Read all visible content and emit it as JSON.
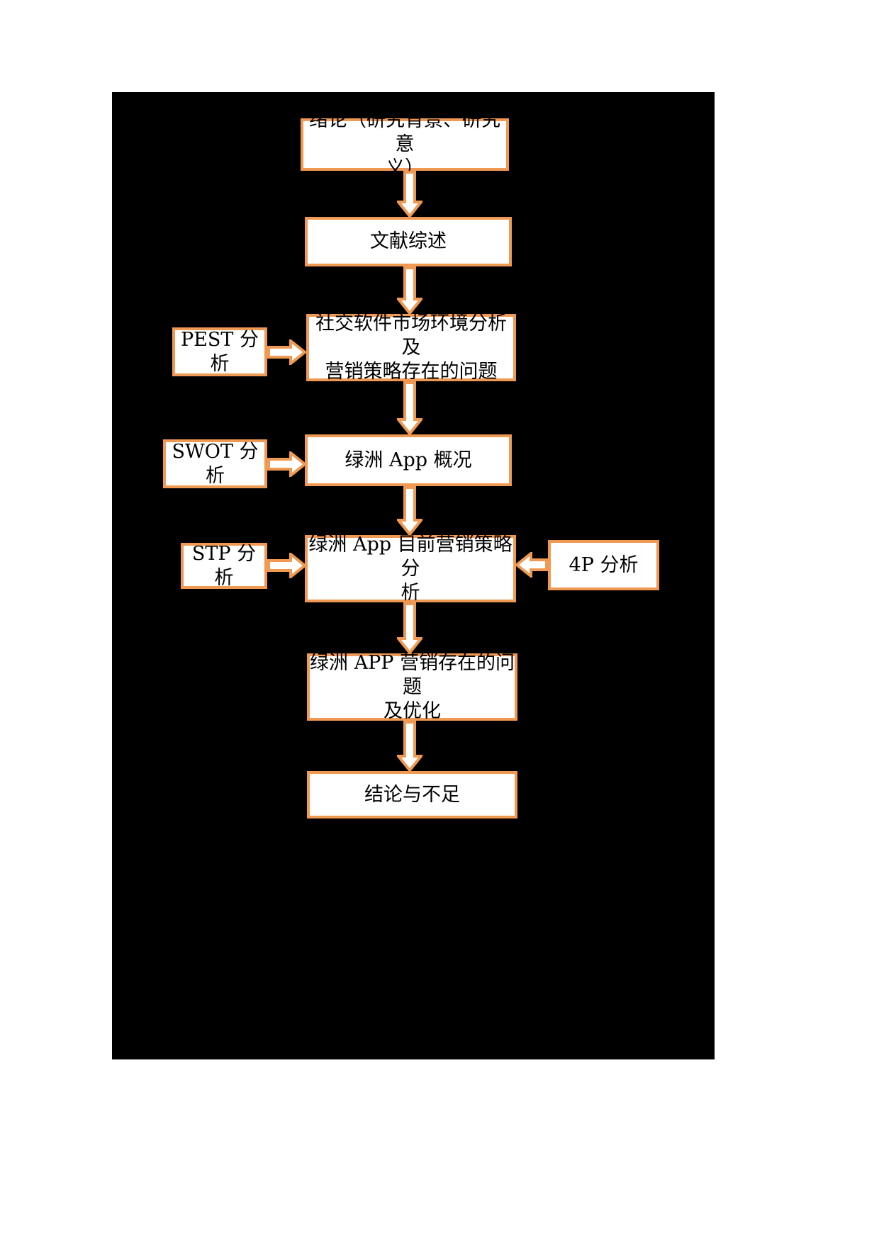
{
  "colors": {
    "page_background": "#FFFFFF",
    "canvas_background": "#000000",
    "box_fill": "#FFFFFF",
    "box_border": "#F09952",
    "arrow_fill": "#FFFFFF",
    "arrow_border": "#F09952",
    "text": "#000000"
  },
  "flowchart": {
    "nodes": {
      "intro": {
        "label": "绪论（研究背景、研究意义）",
        "lines": [
          "绪论（研究背景、研究意",
          "义）"
        ]
      },
      "literature": {
        "label": "文献综述",
        "lines": [
          "文献综述"
        ]
      },
      "market": {
        "label": "社交软件市场环境分析及营销策略存在的问题",
        "lines": [
          "社交软件市场环境分析及",
          "营销策略存在的问题"
        ]
      },
      "overview": {
        "label": "绿洲 App 概况",
        "lines": [
          "绿洲 App 概况"
        ]
      },
      "strategy": {
        "label": "绿洲 App 目前营销策略分析",
        "lines": [
          "绿洲 App 目前营销策略分",
          "析"
        ]
      },
      "problems": {
        "label": "绿洲 APP 营销存在的问题及优化",
        "lines": [
          "绿洲 APP 营销存在的问题",
          "及优化"
        ]
      },
      "conclusion": {
        "label": "结论与不足",
        "lines": [
          "结论与不足"
        ]
      },
      "pest": {
        "label": "PEST 分析",
        "lines": [
          "PEST 分析"
        ]
      },
      "swot": {
        "label": "SWOT 分析",
        "lines": [
          "SWOT 分析"
        ]
      },
      "stp": {
        "label": "STP 分析",
        "lines": [
          "STP 分析"
        ]
      },
      "fourp": {
        "label": "4P 分析",
        "lines": [
          "4P 分析"
        ]
      }
    }
  }
}
